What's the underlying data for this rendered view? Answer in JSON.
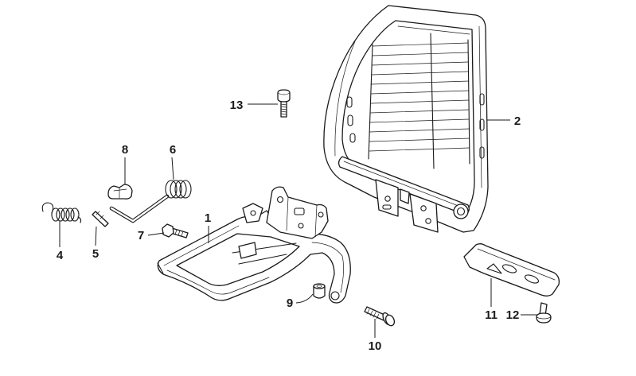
{
  "callouts": {
    "part_1": "1",
    "part_2": "2",
    "part_4": "4",
    "part_5": "5",
    "part_6": "6",
    "part_7": "7",
    "part_8": "8",
    "part_9": "9",
    "part_10": "10",
    "part_11": "11",
    "part_12": "12",
    "part_13": "13"
  },
  "colors": {
    "line": "#1a1a1a",
    "background": "#ffffff"
  }
}
